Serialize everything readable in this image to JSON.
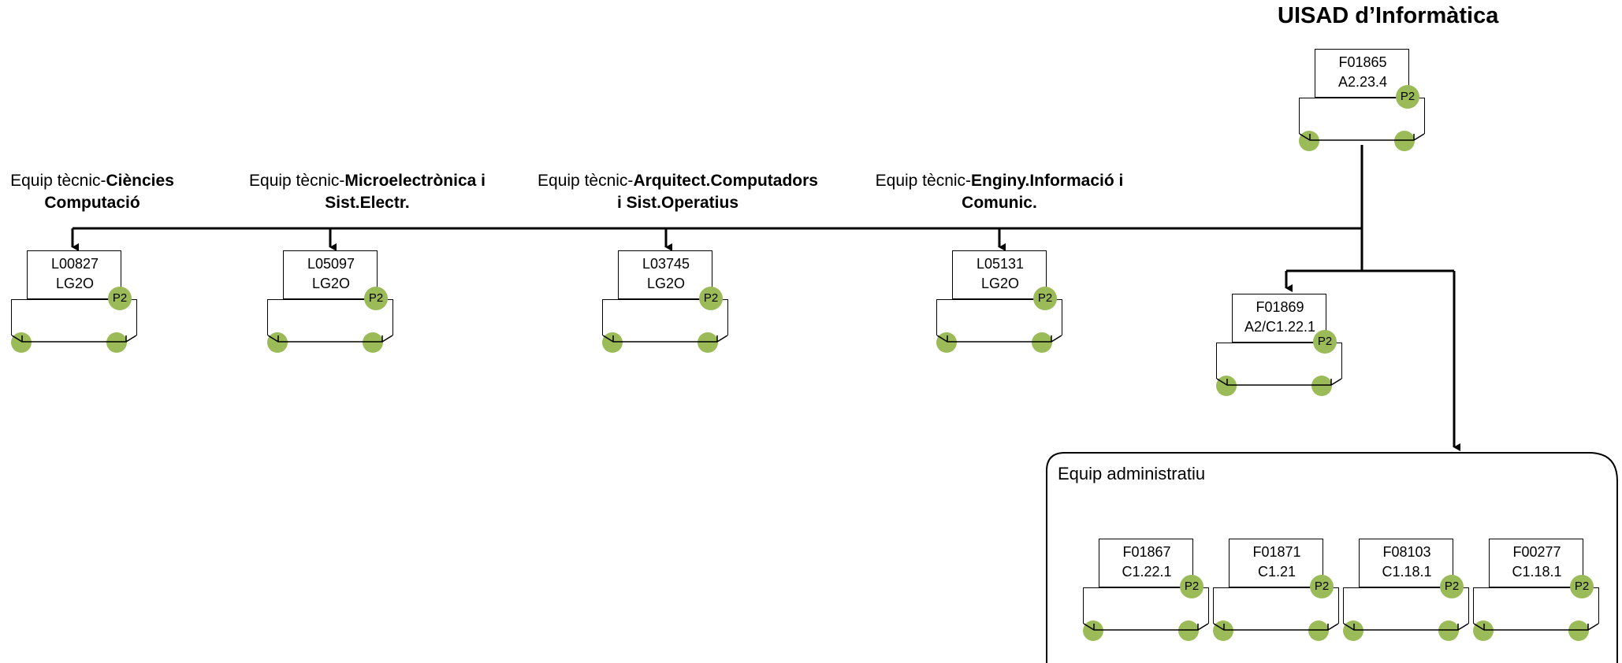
{
  "title": "UISAD d’Informàtica",
  "top_node": {
    "code": "F01865",
    "level": "A2.23.4",
    "badge": "P2"
  },
  "teams": [
    {
      "prefix": "Equip tècnic-",
      "bold1": "Ciències",
      "line2": "Computació",
      "node": {
        "code": "L00827",
        "level": "LG2O",
        "badge": "P2"
      }
    },
    {
      "prefix": "Equip tècnic-",
      "bold1": "Microelectrònica i",
      "line2": "Sist.Electr.",
      "node": {
        "code": "L05097",
        "level": "LG2O",
        "badge": "P2"
      }
    },
    {
      "prefix": "Equip tècnic-",
      "bold1": "Arquitect.Computadors",
      "line2": "i Sist.Operatius",
      "node": {
        "code": "L03745",
        "level": "LG2O",
        "badge": "P2"
      }
    },
    {
      "prefix": "Equip tècnic-",
      "bold1": "Enginy.Informació i",
      "line2": "Comunic.",
      "node": {
        "code": "L05131",
        "level": "LG2O",
        "badge": "P2"
      }
    }
  ],
  "secretary_node": {
    "code": "F01869",
    "level": "A2/C1.22.1",
    "badge": "P2"
  },
  "admin_group": {
    "label": "Equip administratiu",
    "nodes": [
      {
        "code": "F01867",
        "level": "C1.22.1",
        "badge": "P2"
      },
      {
        "code": "F01871",
        "level": "C1.21",
        "badge": "P2"
      },
      {
        "code": "F08103",
        "level": "C1.18.1",
        "badge": "P2"
      },
      {
        "code": "F00277",
        "level": "C1.18.1",
        "badge": "P2"
      }
    ]
  }
}
